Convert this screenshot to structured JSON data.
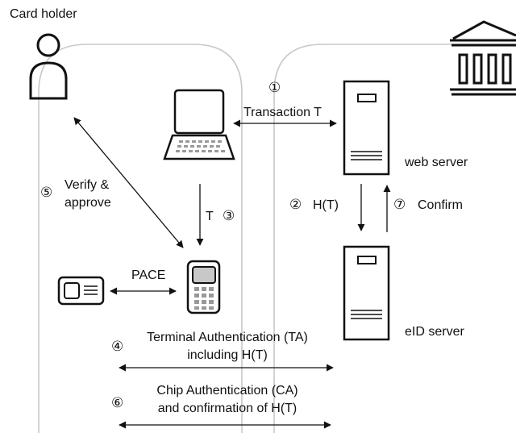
{
  "labels": {
    "card_holder": "Card holder",
    "transaction": "Transaction T",
    "web_server": "web server",
    "eid_server": "eID server",
    "verify_approve": "Verify &\napprove",
    "t": "T",
    "h_t": "H(T)",
    "confirm": "Confirm",
    "pace": "PACE",
    "terminal_auth": "Terminal Authentication (TA)\nincluding H(T)",
    "chip_auth": "Chip Authentication (CA)\nand confirmation of H(T)"
  },
  "steps": {
    "s1": "①",
    "s2": "②",
    "s3": "③",
    "s4": "④",
    "s5": "⑤",
    "s6": "⑥",
    "s7": "⑦"
  },
  "icons": {
    "person": "user-icon",
    "bank": "bank-icon",
    "laptop": "laptop-icon",
    "server": "server-icon",
    "card": "id-card-icon",
    "reader": "card-reader-icon"
  },
  "colors": {
    "panel_border": "#c8c8c8",
    "stroke": "#111111"
  }
}
